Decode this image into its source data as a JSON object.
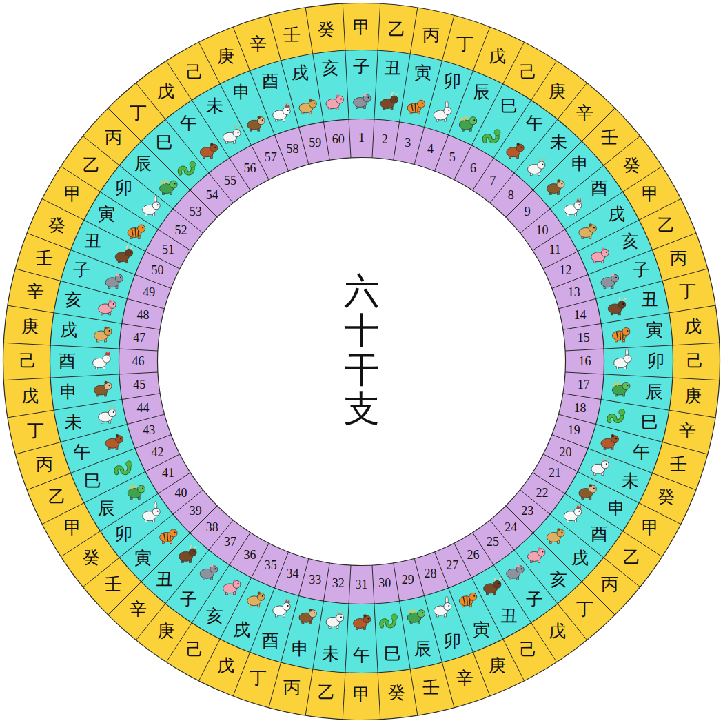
{
  "diagram": {
    "title": "六十干支",
    "nodes": [
      {
        "text": [
          "甲"
        ]
      },
      {
        "text": [
          "乙"
        ]
      },
      {
        "text": [
          "丙"
        ]
      },
      {
        "text": [
          "丁"
        ]
      },
      {
        "text": [
          "戊"
        ]
      },
      {
        "text": [
          "己"
        ]
      },
      {
        "text": [
          "庚"
        ]
      },
      {
        "text": [
          "辛"
        ]
      },
      {
        "text": [
          "壬"
        ]
      },
      {
        "text": [
          "癸"
        ]
      },
      {
        "text": [
          "甲"
        ]
      },
      {
        "text": [
          "乙"
        ]
      },
      {
        "text": [
          "丙"
        ]
      },
      {
        "text": [
          "丁"
        ]
      },
      {
        "text": [
          "戊"
        ]
      },
      {
        "text": [
          "己"
        ]
      },
      {
        "text": [
          "庚"
        ]
      },
      {
        "text": [
          "辛"
        ]
      },
      {
        "text": [
          "壬"
        ]
      },
      {
        "text": [
          "癸"
        ]
      },
      {
        "text": [
          "甲"
        ]
      },
      {
        "text": [
          "乙"
        ]
      },
      {
        "text": [
          "丙"
        ]
      },
      {
        "text": [
          "丁"
        ]
      },
      {
        "text": [
          "戊"
        ]
      },
      {
        "text": [
          "己"
        ]
      },
      {
        "text": [
          "庚"
        ]
      },
      {
        "text": [
          "辛"
        ]
      },
      {
        "text": [
          "壬"
        ]
      },
      {
        "text": [
          "癸"
        ]
      },
      {
        "text": [
          "甲"
        ]
      },
      {
        "text": [
          "乙"
        ]
      },
      {
        "text": [
          "丙"
        ]
      },
      {
        "text": [
          "丁"
        ]
      },
      {
        "text": [
          "戊"
        ]
      },
      {
        "text": [
          "己"
        ]
      },
      {
        "text": [
          "庚"
        ]
      },
      {
        "text": [
          "辛"
        ]
      },
      {
        "text": [
          "壬"
        ]
      },
      {
        "text": [
          "癸"
        ]
      },
      {
        "text": [
          "甲"
        ]
      },
      {
        "text": [
          "乙"
        ]
      },
      {
        "text": [
          "丙"
        ]
      },
      {
        "text": [
          "丁"
        ]
      },
      {
        "text": [
          "戊"
        ]
      },
      {
        "text": [
          "己"
        ]
      },
      {
        "text": [
          "庚"
        ]
      },
      {
        "text": [
          "辛"
        ]
      },
      {
        "text": [
          "壬"
        ]
      },
      {
        "text": [
          "癸"
        ]
      },
      {
        "text": [
          "甲"
        ]
      },
      {
        "text": [
          "乙"
        ]
      },
      {
        "text": [
          "丙"
        ]
      },
      {
        "text": [
          "丁"
        ]
      },
      {
        "text": [
          "戊"
        ]
      },
      {
        "text": [
          "己"
        ]
      },
      {
        "text": [
          "庚"
        ]
      },
      {
        "text": [
          "辛"
        ]
      },
      {
        "text": [
          "壬"
        ]
      },
      {
        "text": [
          "癸"
        ]
      },
      {
        "text": [
          "子"
        ]
      },
      {
        "text": [
          "丑"
        ]
      },
      {
        "text": [
          "寅"
        ]
      },
      {
        "text": [
          "卯"
        ]
      },
      {
        "text": [
          "辰"
        ]
      },
      {
        "text": [
          "巳"
        ]
      },
      {
        "text": [
          "午"
        ]
      },
      {
        "text": [
          "未"
        ]
      },
      {
        "text": [
          "申"
        ]
      },
      {
        "text": [
          "酉"
        ]
      },
      {
        "text": [
          "戌"
        ]
      },
      {
        "text": [
          "亥"
        ]
      },
      {
        "text": [
          "子"
        ]
      },
      {
        "text": [
          "丑"
        ]
      },
      {
        "text": [
          "寅"
        ]
      },
      {
        "text": [
          "卯"
        ]
      },
      {
        "text": [
          "辰"
        ]
      },
      {
        "text": [
          "巳"
        ]
      },
      {
        "text": [
          "午"
        ]
      },
      {
        "text": [
          "未"
        ]
      },
      {
        "text": [
          "申"
        ]
      },
      {
        "text": [
          "酉"
        ]
      },
      {
        "text": [
          "戌"
        ]
      },
      {
        "text": [
          "亥"
        ]
      },
      {
        "text": [
          "子"
        ]
      },
      {
        "text": [
          "丑"
        ]
      },
      {
        "text": [
          "寅"
        ]
      },
      {
        "text": [
          "卯"
        ]
      },
      {
        "text": [
          "辰"
        ]
      },
      {
        "text": [
          "巳"
        ]
      },
      {
        "text": [
          "午"
        ]
      },
      {
        "text": [
          "未"
        ]
      },
      {
        "text": [
          "申"
        ]
      },
      {
        "text": [
          "酉"
        ]
      },
      {
        "text": [
          "戌"
        ]
      },
      {
        "text": [
          "亥"
        ]
      },
      {
        "text": [
          "子"
        ]
      },
      {
        "text": [
          "丑"
        ]
      },
      {
        "text": [
          "寅"
        ]
      },
      {
        "text": [
          "卯"
        ]
      },
      {
        "text": [
          "辰"
        ]
      },
      {
        "text": [
          "巳"
        ]
      },
      {
        "text": [
          "午"
        ]
      },
      {
        "text": [
          "未"
        ]
      },
      {
        "text": [
          "申"
        ]
      },
      {
        "text": [
          "酉"
        ]
      },
      {
        "text": [
          "戌"
        ]
      },
      {
        "text": [
          "亥"
        ]
      },
      {
        "text": [
          "子"
        ]
      },
      {
        "text": [
          "丑"
        ]
      },
      {
        "text": [
          "寅"
        ]
      },
      {
        "text": [
          "卯"
        ]
      },
      {
        "text": [
          "辰"
        ]
      },
      {
        "text": [
          "巳"
        ]
      },
      {
        "text": [
          "午"
        ]
      },
      {
        "text": [
          "未"
        ]
      },
      {
        "text": [
          "申"
        ]
      },
      {
        "text": [
          "酉"
        ]
      },
      {
        "text": [
          "戌"
        ]
      },
      {
        "text": [
          "亥"
        ]
      },
      {
        "text": [
          "1"
        ]
      },
      {
        "text": [
          "2"
        ]
      },
      {
        "text": [
          "3"
        ]
      },
      {
        "text": [
          "4"
        ]
      },
      {
        "text": [
          "5"
        ]
      },
      {
        "text": [
          "6"
        ]
      },
      {
        "text": [
          "7"
        ]
      },
      {
        "text": [
          "8"
        ]
      },
      {
        "text": [
          "9"
        ]
      },
      {
        "text": [
          "10"
        ]
      },
      {
        "text": [
          "11"
        ]
      },
      {
        "text": [
          "12"
        ]
      },
      {
        "text": [
          "13"
        ]
      },
      {
        "text": [
          "14"
        ]
      },
      {
        "text": [
          "15"
        ]
      },
      {
        "text": [
          "16"
        ]
      },
      {
        "text": [
          "17"
        ]
      },
      {
        "text": [
          "18"
        ]
      },
      {
        "text": [
          "19"
        ]
      },
      {
        "text": [
          "20"
        ]
      },
      {
        "text": [
          "21"
        ]
      },
      {
        "text": [
          "22"
        ]
      },
      {
        "text": [
          "23"
        ]
      },
      {
        "text": [
          "24"
        ]
      },
      {
        "text": [
          "25"
        ]
      },
      {
        "text": [
          "26"
        ]
      },
      {
        "text": [
          "27"
        ]
      },
      {
        "text": [
          "28"
        ]
      },
      {
        "text": [
          "29"
        ]
      },
      {
        "text": [
          "30"
        ]
      },
      {
        "text": [
          "31"
        ]
      },
      {
        "text": [
          "32"
        ]
      },
      {
        "text": [
          "33"
        ]
      },
      {
        "text": [
          "34"
        ]
      },
      {
        "text": [
          "35"
        ]
      },
      {
        "text": [
          "36"
        ]
      },
      {
        "text": [
          "37"
        ]
      },
      {
        "text": [
          "38"
        ]
      },
      {
        "text": [
          "39"
        ]
      },
      {
        "text": [
          "40"
        ]
      },
      {
        "text": [
          "41"
        ]
      },
      {
        "text": [
          "42"
        ]
      },
      {
        "text": [
          "43"
        ]
      },
      {
        "text": [
          "44"
        ]
      },
      {
        "text": [
          "45"
        ]
      },
      {
        "text": [
          "46"
        ]
      },
      {
        "text": [
          "47"
        ]
      },
      {
        "text": [
          "48"
        ]
      },
      {
        "text": [
          "49"
        ]
      },
      {
        "text": [
          "50"
        ]
      },
      {
        "text": [
          "51"
        ]
      },
      {
        "text": [
          "52"
        ]
      },
      {
        "text": [
          "53"
        ]
      },
      {
        "text": [
          "54"
        ]
      },
      {
        "text": [
          "55"
        ]
      },
      {
        "text": [
          "56"
        ]
      },
      {
        "text": [
          "57"
        ]
      },
      {
        "text": [
          "58"
        ]
      },
      {
        "text": [
          "59"
        ]
      },
      {
        "text": [
          "60"
        ]
      }
    ]
  }
}
